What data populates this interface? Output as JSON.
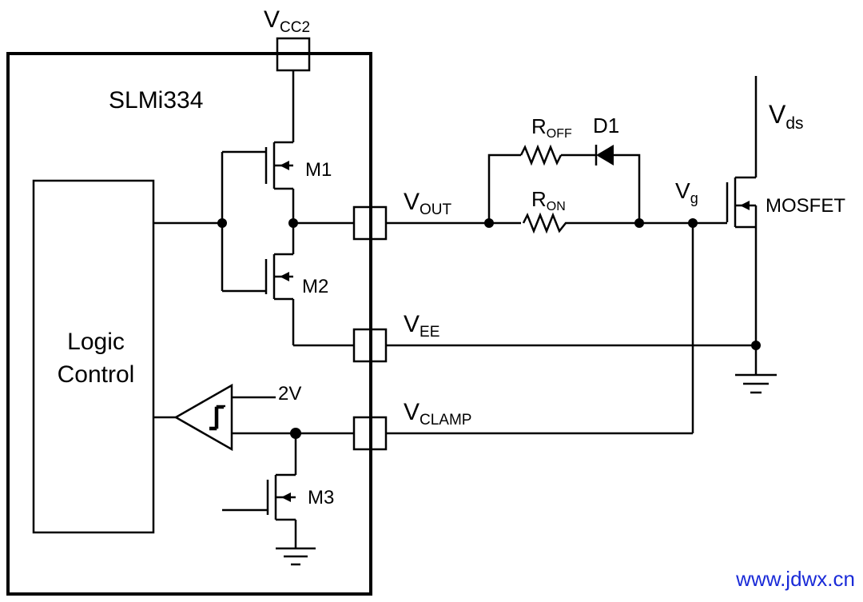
{
  "chip": {
    "name": "SLMi334",
    "block_line1": "Logic",
    "block_line2": "Control"
  },
  "pins": {
    "vcc2": {
      "main": "V",
      "sub": "CC2"
    },
    "vout": {
      "main": "V",
      "sub": "OUT"
    },
    "vee": {
      "main": "V",
      "sub": "EE"
    },
    "vclamp": {
      "main": "V",
      "sub": "CLAMP"
    }
  },
  "transistors": {
    "m1": "M1",
    "m2": "M2",
    "m3": "M3"
  },
  "comparator_ref": "2V",
  "external": {
    "roff": {
      "main": "R",
      "sub": "OFF"
    },
    "ron": {
      "main": "R",
      "sub": "ON"
    },
    "diode": "D1",
    "vg": {
      "main": "V",
      "sub": "g"
    },
    "vds": {
      "main": "V",
      "sub": "ds"
    },
    "mosfet": "MOSFET"
  },
  "watermark": "www.jdwx.cn"
}
